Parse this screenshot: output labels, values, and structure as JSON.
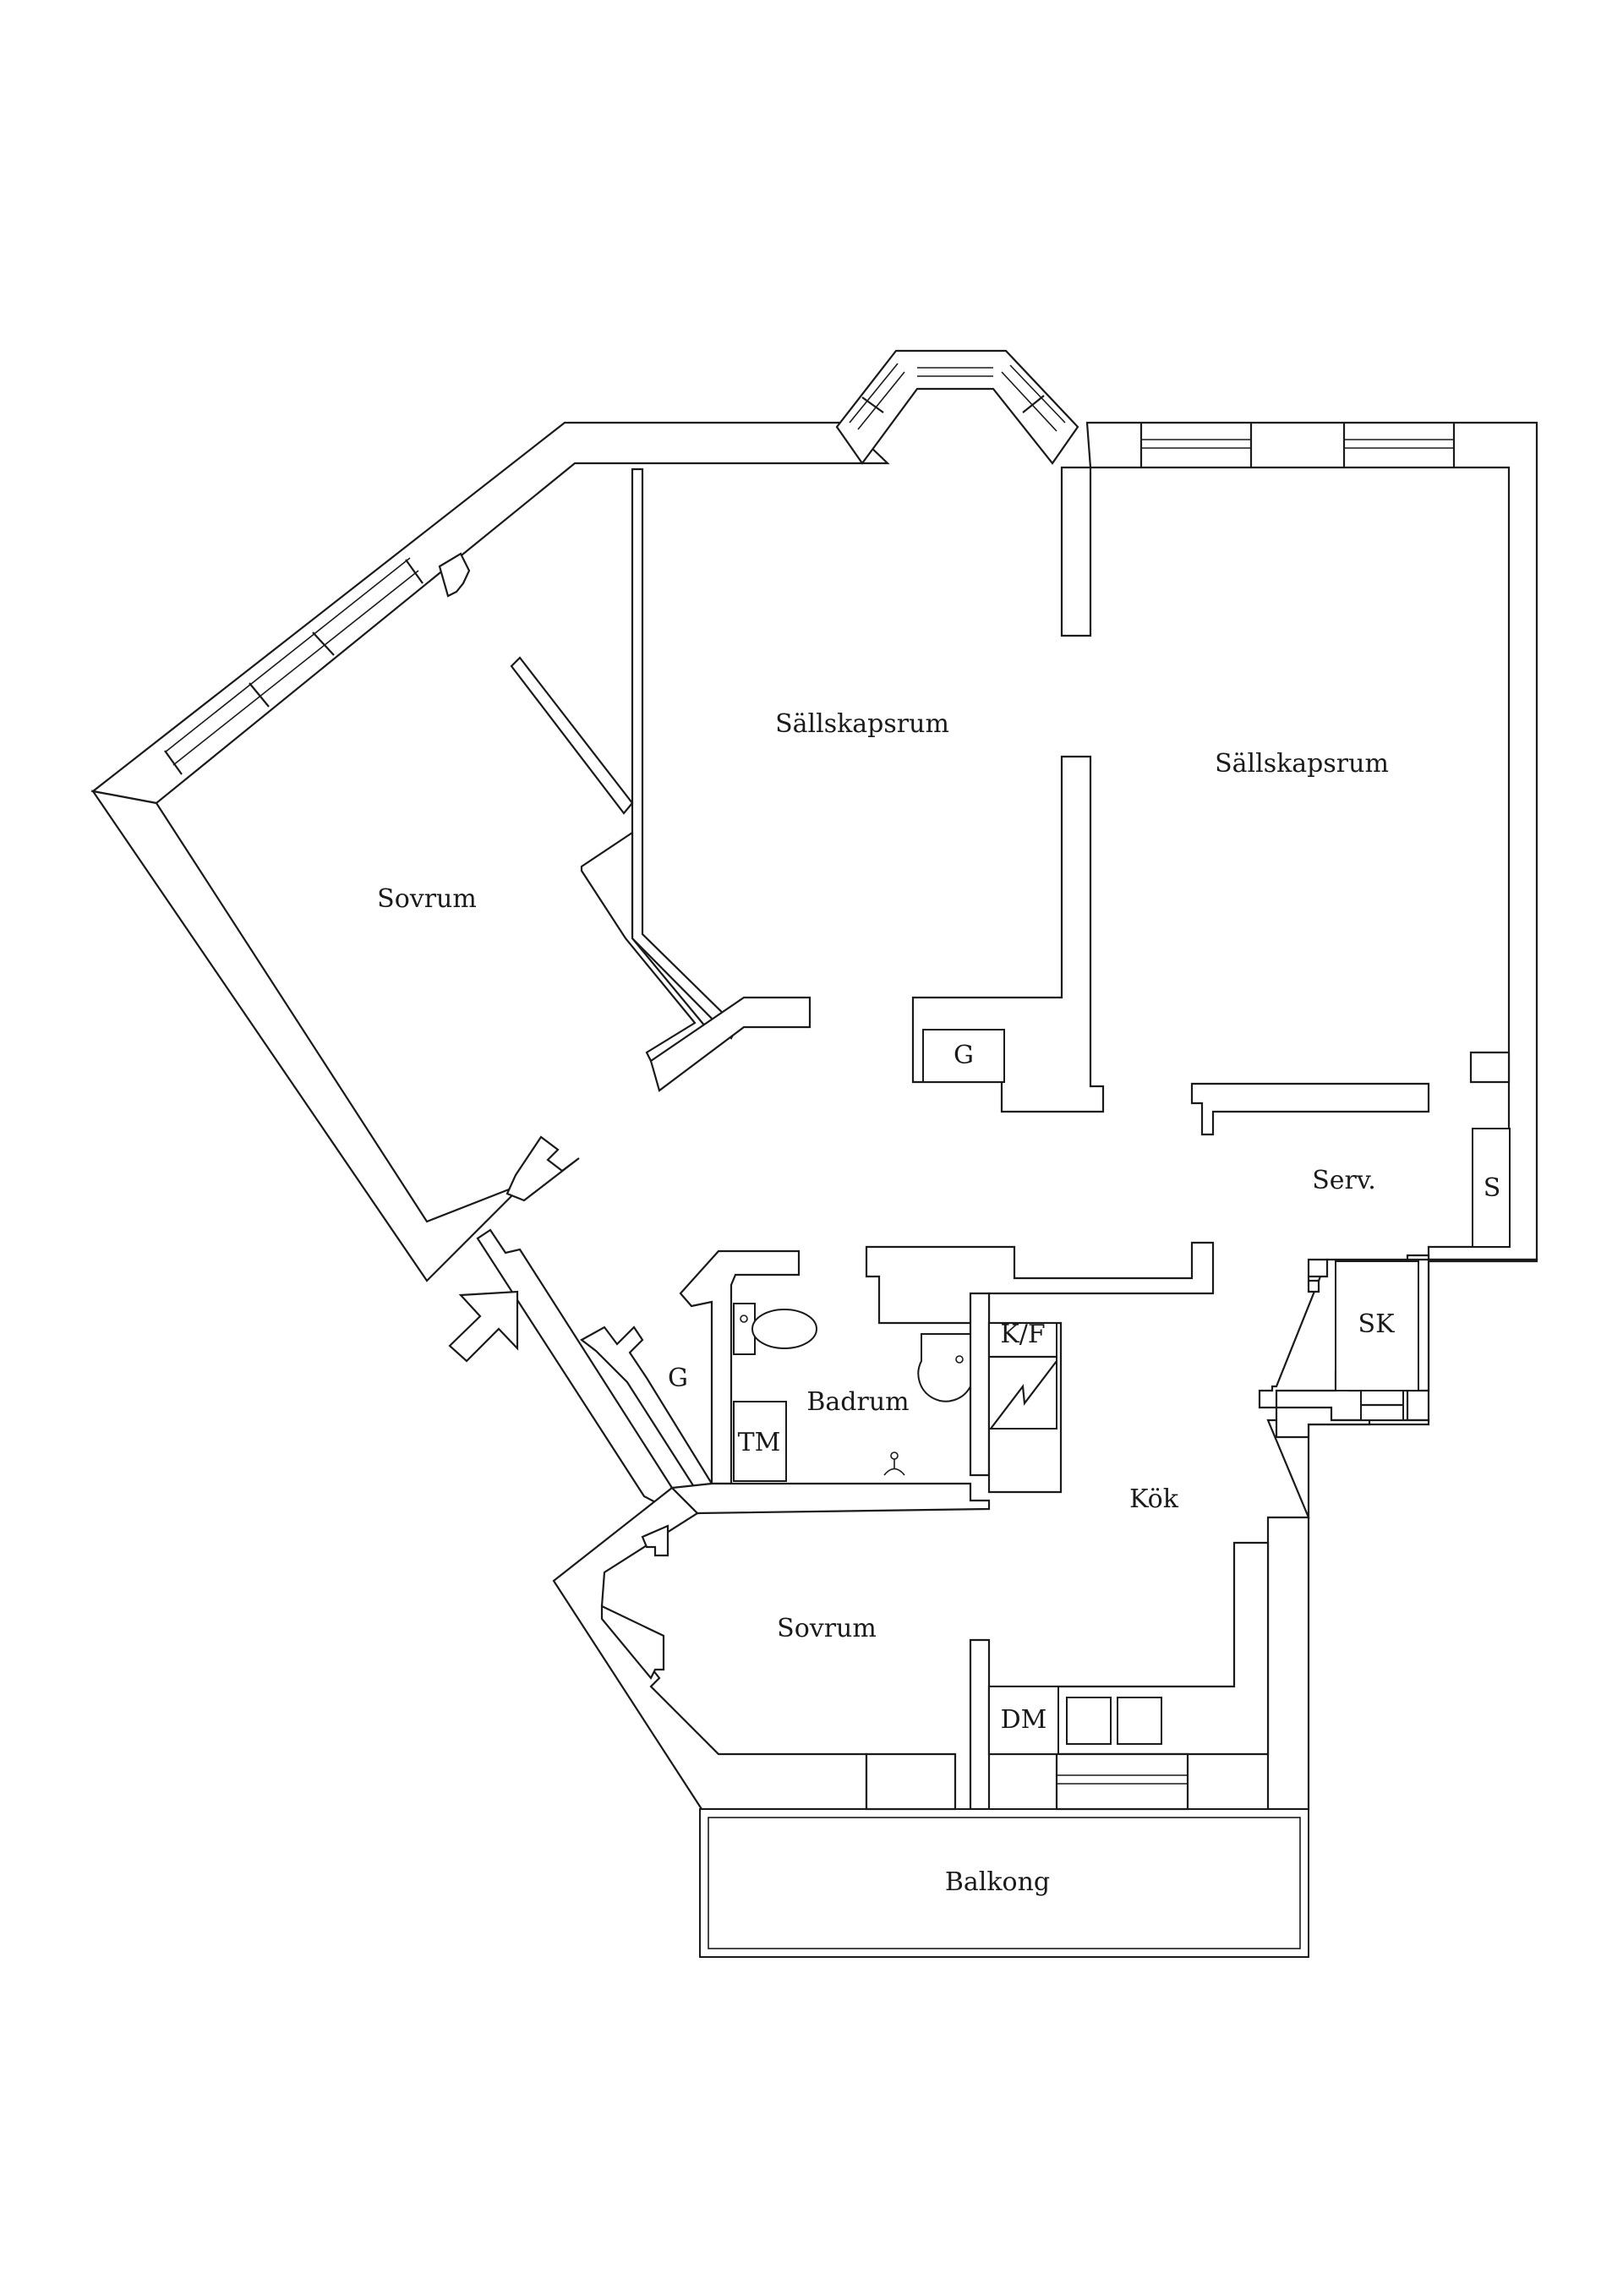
{
  "colors": {
    "background": "#ffffff",
    "line": "#1a1a1a"
  },
  "icons": {
    "entrance": "entrance-arrow-icon",
    "toilet": "toilet-icon",
    "sink": "sink-icon",
    "floor_drain": "floor-drain-icon",
    "stove": "stove-icon",
    "electric_panel": "lightning-icon"
  },
  "rooms": {
    "sovrum_1": "Sovrum",
    "sallskapsrum_1": "Sällskapsrum",
    "sallskapsrum_2": "Sällskapsrum",
    "g_closet_1": "G",
    "serv": "Serv.",
    "s_closet": "S",
    "sk": "SK",
    "kf": "K/F",
    "badrum": "Badrum",
    "tm": "TM",
    "g_closet_2": "G",
    "kok": "Kök",
    "sovrum_2": "Sovrum",
    "dm": "DM",
    "balkong": "Balkong"
  }
}
